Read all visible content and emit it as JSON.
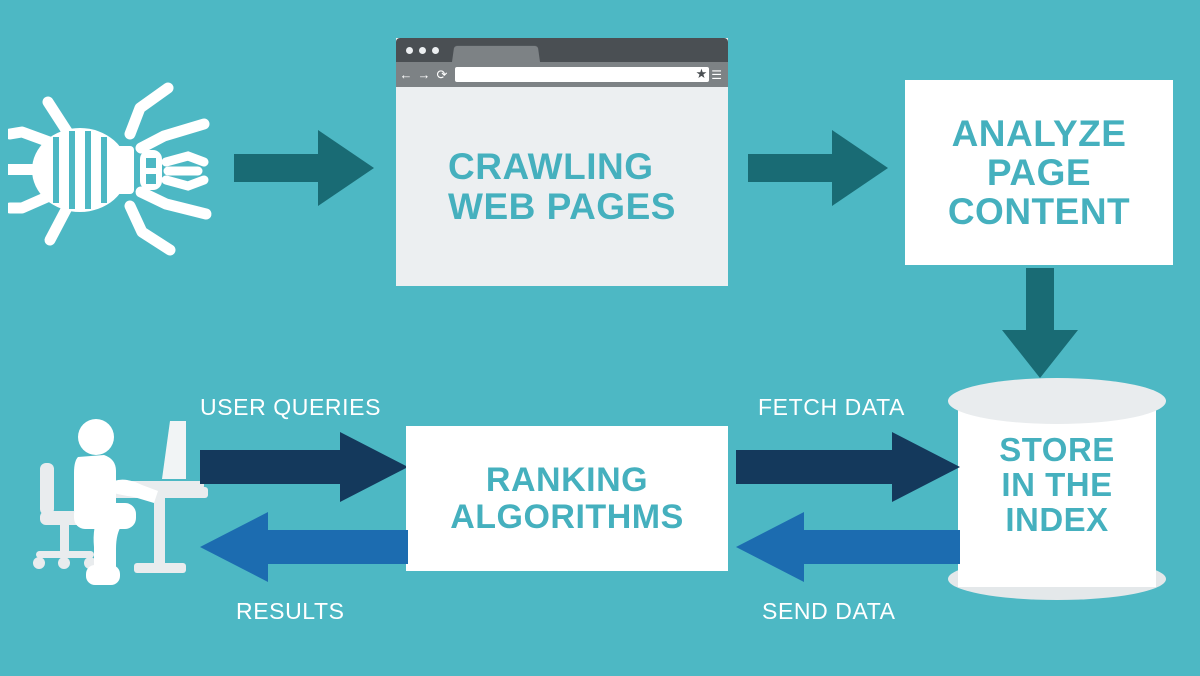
{
  "background_color": "#4db8c4",
  "palette": {
    "background": "#4db8c4",
    "box_text": "#45b0be",
    "teal_arrow": "#196b74",
    "navy_arrow": "#14395c",
    "blue_arrow": "#1c6cb0",
    "white": "#ffffff",
    "browser_titlebar": "#4a4f53",
    "browser_toolbar": "#7d8285",
    "browser_page": "#eceff1",
    "cylinder_cap": "#e9ecee"
  },
  "nodes": {
    "crawler_icon": {
      "name": "spider-crawler-icon"
    },
    "browser": {
      "page_title_line1": "CRAWLING",
      "page_title_line2": "WEB PAGES",
      "url_value": "",
      "url_placeholder": "",
      "dots": [
        "window-dot-1",
        "window-dot-2",
        "window-dot-3"
      ],
      "toolbar_icons": {
        "back": "←",
        "forward": "→",
        "reload": "⟳",
        "bookmark": "★",
        "menu": "☰"
      }
    },
    "analyze": {
      "line1": "ANALYZE",
      "line2": "PAGE",
      "line3": "CONTENT"
    },
    "ranking": {
      "line1": "RANKING",
      "line2": "ALGORITHMS"
    },
    "database": {
      "line1": "STORE",
      "line2": "IN THE",
      "line3": "INDEX"
    },
    "user_icon": {
      "name": "person-at-desk-icon"
    }
  },
  "arrows": {
    "crawler_to_browser": {
      "label": "",
      "direction": "right",
      "color": "#196b74"
    },
    "browser_to_analyze": {
      "label": "",
      "direction": "right",
      "color": "#196b74"
    },
    "analyze_to_database": {
      "label": "",
      "direction": "down",
      "color": "#196b74"
    },
    "user_to_ranking": {
      "label": "USER QUERIES",
      "direction": "right",
      "color": "#14395c"
    },
    "ranking_to_database": {
      "label": "FETCH DATA",
      "direction": "right",
      "color": "#14395c"
    },
    "database_to_ranking": {
      "label": "SEND DATA",
      "direction": "left",
      "color": "#1c6cb0"
    },
    "ranking_to_user": {
      "label": "RESULTS",
      "direction": "left",
      "color": "#1c6cb0"
    }
  }
}
